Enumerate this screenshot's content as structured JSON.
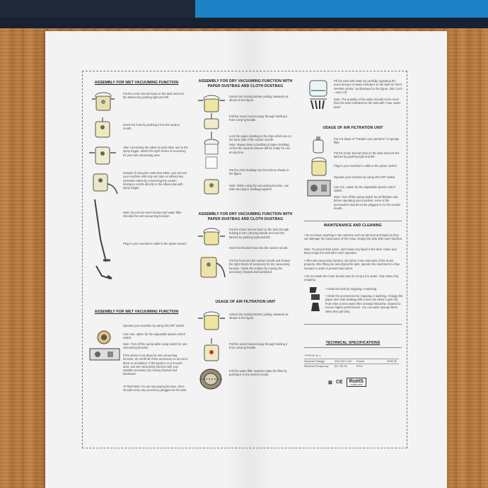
{
  "col1": {
    "h1": "ASSEMBLY FOR WET VACUUMING FUNCTION",
    "s1": "Put the motor bonnet back on the tank and lock the latches by pushing right and left.",
    "s2": "Insert the hose by pushing it into the suction mouth.",
    "s3": "After connecting the tubes to each other and to the spray trigger, attach the right choice of accessory for your wet vacuuming area.",
    "s4": "Instead of using two extension tubes, you can use your machine with only one tube or without any extension tubes by connecting the carpet / shampoo nozzle directly to the elbow tube with spray trigger.",
    "s5": "Note: Do not use inner bonnet and water filter intended for wet vacuuming function.",
    "s6": "Plug-in your machine's cable to the power socket.",
    "h2": "ASSEMBLY FOR WET VACUUMING FUNCTION",
    "t1": "Operate your machine by using ON-OFF switch.",
    "t2": "Use max. option for the adjustable speed control switch.",
    "t3": "Note: Turn off the pump while using switch for wet vacuuming function.",
    "t4": "If the device is as deep for wet vacuuming function, do not fill all of the accessory so as not to block or circulation. If the liquid is on a smooth area, use wet vacuuming function with your suitable accessory by moving forward and backward.",
    "t5": "ATTENTION: For wet vacuuming function, there should not be any accessory plugged on the tank."
  },
  "col2": {
    "h1": "ASSEMBLY FOR DRY VACUUMING FUNCTION WITH PAPER DUSTBAG AND CLOTH DUSTBAG",
    "s1": "Unlock the locking latches pulling outwards as shown in the figure.",
    "s2": "Pull the motor bonnet away through holding it from carrying handle.",
    "s3": "Lock the paper dustbag to the clips which are on the back side of the suction mouth.",
    "s4": "Note: Always keep a dustbag of paper dustbag. At first the vacuum cleaner will be ready for use at any time.",
    "s5": "Put the cloth dustbag into the tank as shown in the figure.",
    "s6": "Note: While using dry vacuuming function, use cloth and paper dustbag together.",
    "h2": "ASSEMBLY FOR DRY VACUUMING FUNCTION WITH PAPER DUSTBAG AND CLOTH DUSTBAG",
    "t1": "Put the motor bonnet back on the tank through holding it from carrying handle and lock the latches by pushing right and left.",
    "t2": "Insert the flexible hose into the suction mouth.",
    "t3": "Put the hose into the suction mouth and choose the right choice of accessory for dry vacuuming function. Clean the surface by moving the accessory forward and backward.",
    "h3": "USAGE OF AIR FILTRATION UNIT",
    "u1": "Unlock the locking latches pulling outwards as shown in the figure.",
    "u2": "Pull the motor bonnet away through holding it from carrying handle.",
    "u3": "Pull the water filter inwards rotate the filter by pushing it to the suction mouth."
  },
  "col3": {
    "s1": "Fill the tank with water by carefully regarding the exact amount of water indicated on the tank as \"MAX WATER LEVEL\" as illustrated in the figure. (min 2.5 lt - max 3 lt)",
    "s2": "Note: The quantity of the water should not be more than the level indicated on the tank with \"max. water level\".",
    "h1": "USAGE OF AIR FILTRATION UNIT",
    "a1": "Put 4-5 drops of \"Fantasi room perfume\" to sponge filter.",
    "a2": "Put the motor bonnet back on the tank and lock the latches by pushing right and left.",
    "a3": "Plug-in your machine's cable to the power socket.",
    "a4": "Operate your machine by using ON-OFF switch.",
    "a5": "Use min. option for the adjustable speed control switch.",
    "a6": "Note: Turn off the pump switch for air filtration unit, before operating your machine; none of the accessories should not be plugged on to the suction mouth.",
    "h2": "MAINTENANCE AND CLEANING",
    "m1": "Do not leave anything in the machine such as dirt dust and liquid as they can damage the metal parts of the motor. Empty the tank after each function.",
    "m2": "Note: To prevent bad odors, don't leave any liquid in the tank. Clean and keep empty the tank after each operation.",
    "m3": "After wet vacuuming function, dry tubes, hose and parts of the motor properly. After filling out and drying the tank, operate the machine for a few minutes in order to prevent bad odors.",
    "m4": "Do not wash the motor bonnet and do not put it in water. Only clean it by mopping.",
    "m5": "Clean the tank by mopping or washing.",
    "m6": "Clean the accessories by mopping or washing. Change the paper and cloth dustbag with a new one when it gets full. From time to time water filter unstead should be cleaned to ensure higher performance. You can wash sponge filters when they get dirty.",
    "h3": "TECHNICAL SPECIFICATIONS",
    "spec": {
      "type": "TYPE M 11-1",
      "k1": "Nominal Voltage",
      "v1": "220-230 V AC",
      "k3": "Power",
      "v3": "2000 W",
      "k2": "Nominal Frequency",
      "v2": "50 / 60 Hz",
      "v4": "IPX4"
    },
    "rohs": "RoHS",
    "rohs_sub": "COMPLIANT"
  }
}
